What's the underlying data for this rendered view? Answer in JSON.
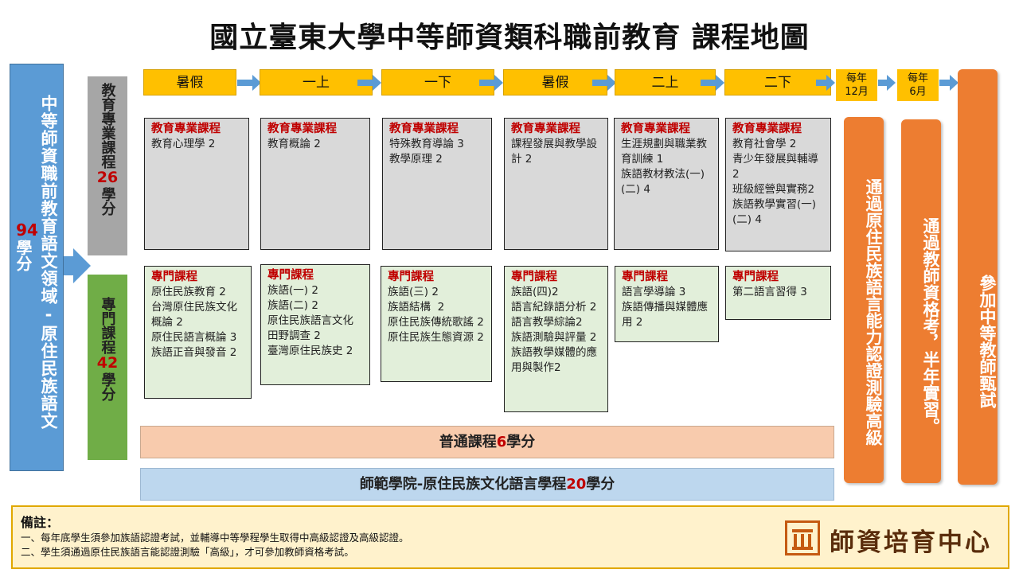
{
  "title": "國立臺東大學中等師資類科職前教育 課程地圖",
  "left": {
    "label": "中等師資職前教育語文領域-原住民族語文",
    "credits": "94",
    "unit": "學分"
  },
  "categories": {
    "edu": {
      "label": "教育專業課程",
      "credits": "26",
      "unit": "學分"
    },
    "pro": {
      "label": "專門課程",
      "credits": "42",
      "unit": "學分"
    }
  },
  "timeline": [
    "暑假",
    "一上",
    "一下",
    "暑假",
    "二上",
    "二下"
  ],
  "timeline_extra": [
    {
      "line1": "每年",
      "line2": "12月"
    },
    {
      "line1": "每年",
      "line2": "6月"
    }
  ],
  "edu_courses": [
    {
      "header": "教育專業課程",
      "items": [
        "教育心理學 2"
      ]
    },
    {
      "header": "教育專業課程",
      "items": [
        "教育概論 2"
      ]
    },
    {
      "header": "教育專業課程",
      "items": [
        "特殊教育導論 3",
        "教學原理 2"
      ]
    },
    {
      "header": "教育專業課程",
      "items": [
        "課程發展與教學設計 2"
      ]
    },
    {
      "header": "教育專業課程",
      "items": [
        "生涯規劃與職業教育訓練 1",
        "族語教材教法(一)(二) 4"
      ]
    },
    {
      "header": "教育專業課程",
      "items": [
        "教育社會學 2",
        "青少年發展與輔導2",
        "班級經營與實務2",
        "族語教學實習(一)(二) 4"
      ]
    }
  ],
  "pro_courses": [
    {
      "header": "專門課程",
      "items": [
        "原住民族教育 2",
        "台灣原住民族文化概論 2",
        "原住民語言概論 3",
        "族語正音與發音 2"
      ]
    },
    {
      "header": "專門課程",
      "items": [
        "族語(一) 2",
        "族語(二) 2",
        "原住民族語言文化田野調查 2",
        "臺灣原住民族史 2"
      ]
    },
    {
      "header": "專門課程",
      "items": [
        "族語(三) 2",
        "族語結構  2",
        "原住民族傳統歌謠 2",
        "原住民族生態資源 2"
      ]
    },
    {
      "header": "專門課程",
      "items": [
        "族語(四)2",
        "語言紀錄語分析 2",
        "語言教學綜論2",
        "族語測驗與評量 2",
        "族語教學媒體的應用與製作2"
      ]
    },
    {
      "header": "專門課程",
      "items": [
        "語言學導論 3",
        "族語傳播與媒體應用 2"
      ]
    },
    {
      "header": "專門課程",
      "items": [
        "第二語言習得 3"
      ]
    }
  ],
  "general": {
    "prefix": "普通課程",
    "credits": "6",
    "suffix": "學分"
  },
  "normal_college": {
    "prefix": "師範學院-原住民族文化語言學程",
    "credits": "20",
    "suffix": "學分"
  },
  "milestones": [
    "通過原住民族語言能力認證測驗高級",
    "通過教師資格考，半年實習。",
    "參加中等教師甄試"
  ],
  "notes": {
    "title": "備註：",
    "lines": [
      "一、每年底學生須參加族語認證考試，並輔導中等學程學生取得中高級認證及高級認證。",
      "二、學生須通過原住民族語言能認證測驗「高級」，才可參加教師資格考試。"
    ]
  },
  "logo": {
    "text": "師資培育中心"
  },
  "colors": {
    "accent_blue": "#5b9bd5",
    "timeline_yellow": "#ffc000",
    "milestone_orange": "#ed7d31",
    "credit_red": "#c00000"
  }
}
